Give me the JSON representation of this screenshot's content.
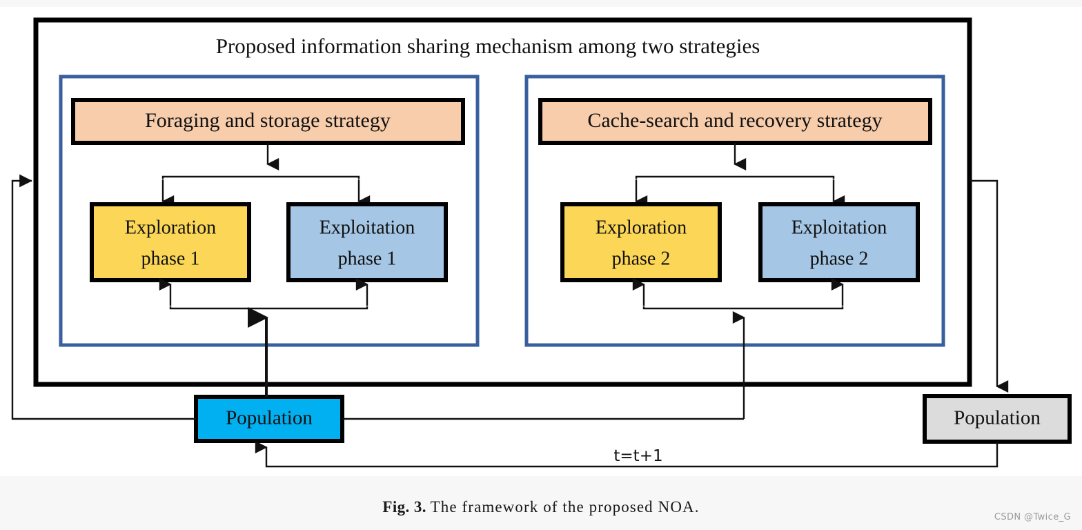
{
  "figure": {
    "title": "Proposed information sharing mechanism among two strategies",
    "caption_prefix": "Fig. 3.",
    "caption_text": "The framework of the proposed NOA.",
    "watermark": "CSDN @Twice_G"
  },
  "colors": {
    "strategy_fill": "#f7cdab",
    "exploration_fill": "#fcd757",
    "exploitation_fill": "#a5c6e4",
    "population_current_fill": "#00b0f0",
    "population_next_fill": "#dcdcdc",
    "panel_border": "#3a5f9e",
    "node_border": "#000000",
    "edge": "#111111"
  },
  "panels": [
    {
      "id": "foraging-panel",
      "strategy": "Foraging and storage strategy",
      "exploration": "Exploration phase 1",
      "exploration_line1": "Exploration",
      "exploration_line2": "phase 1",
      "exploitation": "Exploitation phase 1",
      "exploitation_line1": "Exploitation",
      "exploitation_line2": "phase 1"
    },
    {
      "id": "cache-search-panel",
      "strategy": "Cache-search and recovery strategy",
      "exploration": "Exploration phase 2",
      "exploration_line1": "Exploration",
      "exploration_line2": "phase 2",
      "exploitation": "Exploitation phase 2",
      "exploitation_line1": "Exploitation",
      "exploitation_line2": "phase 2"
    }
  ],
  "nodes": {
    "population_current": "Population",
    "population_next": "Population"
  },
  "edges": {
    "iteration_label": "t=t+1"
  }
}
